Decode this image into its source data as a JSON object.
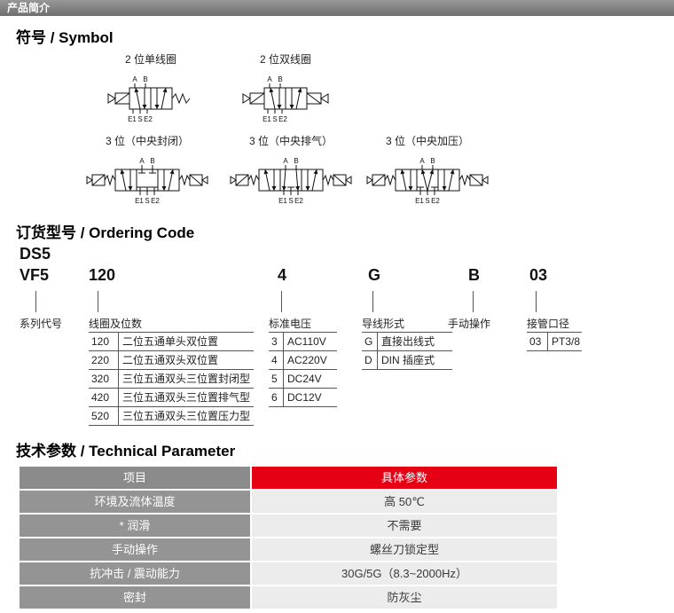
{
  "page": {
    "top_bar": "产品简介"
  },
  "sections": {
    "symbol_heading": "符号 / Symbol",
    "ordering_heading": "订货型号 / Ordering Code",
    "technical_heading": "技术参数 / Technical Parameter"
  },
  "symbols": {
    "ports": {
      "top": [
        "A",
        "B"
      ],
      "bottom": [
        "E1",
        "S",
        "E2"
      ]
    },
    "diagrams": [
      {
        "title": "2 位单线圈",
        "positions": 2,
        "left": "solenoid",
        "right": "spring",
        "center": null
      },
      {
        "title": "2 位双线圈",
        "positions": 2,
        "left": "solenoid",
        "right": "solenoid",
        "center": null
      },
      {
        "title": "3 位（中央封闭）",
        "positions": 3,
        "left": "solspring",
        "right": "solspring",
        "center": "closed"
      },
      {
        "title": "3 位（中央排气）",
        "positions": 3,
        "left": "solspring",
        "right": "solspring",
        "center": "exhaust"
      },
      {
        "title": "3 位（中央加压）",
        "positions": 3,
        "left": "solspring",
        "right": "solspring",
        "center": "pressure"
      }
    ]
  },
  "ordering": {
    "models": [
      "DS5",
      "VF5"
    ],
    "series_label": "系列代号",
    "columns": [
      {
        "code": "120",
        "label": "线圈及位数",
        "rows": [
          [
            "120",
            "二位五通单头双位置"
          ],
          [
            "220",
            "二位五通双头双位置"
          ],
          [
            "320",
            "三位五通双头三位置封闭型"
          ],
          [
            "420",
            "三位五通双头三位置排气型"
          ],
          [
            "520",
            "三位五通双头三位置压力型"
          ]
        ]
      },
      {
        "code": "4",
        "label": "标准电压",
        "rows": [
          [
            "3",
            "AC110V"
          ],
          [
            "4",
            "AC220V"
          ],
          [
            "5",
            "DC24V"
          ],
          [
            "6",
            "DC12V"
          ]
        ]
      },
      {
        "code": "G",
        "label": "导线形式",
        "rows": [
          [
            "G",
            "直接出线式"
          ],
          [
            "D",
            "DIN 插座式"
          ]
        ]
      },
      {
        "code": "B",
        "label": "手动操作",
        "rows": []
      },
      {
        "code": "03",
        "label": "接管口径",
        "rows": [
          [
            "03",
            "PT3/8"
          ]
        ]
      }
    ]
  },
  "technical": {
    "header": [
      "项目",
      "具体参数"
    ],
    "rows": [
      [
        "环境及流体温度",
        "高 50℃"
      ],
      [
        "* 润滑",
        "不需要"
      ],
      [
        "手动操作",
        "螺丝刀锁定型"
      ],
      [
        "抗冲击 / 震动能力",
        "30G/5G（8.3~2000Hz）"
      ],
      [
        "密封",
        "防灰尘"
      ]
    ],
    "colors": {
      "header_left": "#8b8b8b",
      "header_right": "#e60014",
      "row_left": "#949494",
      "row_right": "#ececec"
    }
  }
}
